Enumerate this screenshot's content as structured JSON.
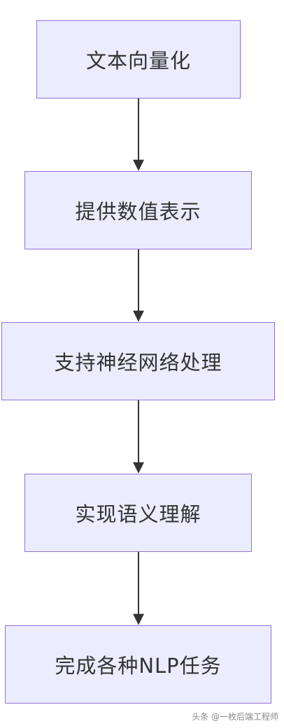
{
  "diagram": {
    "nodes": [
      {
        "id": "n0",
        "label": "文本向量化"
      },
      {
        "id": "n1",
        "label": "提供数值表示"
      },
      {
        "id": "n2",
        "label": "支持神经网络处理"
      },
      {
        "id": "n3",
        "label": "实现语义理解"
      },
      {
        "id": "n4",
        "label": "完成各种NLP任务"
      }
    ],
    "edges": [
      {
        "from": "n0",
        "to": "n1"
      },
      {
        "from": "n1",
        "to": "n2"
      },
      {
        "from": "n2",
        "to": "n3"
      },
      {
        "from": "n3",
        "to": "n4"
      }
    ],
    "colors": {
      "node_fill": "#ececff",
      "node_border": "#9370db",
      "edge": "#333333",
      "text": "#333333"
    }
  },
  "watermark": {
    "text": "头条 @一枚后端工程师"
  }
}
